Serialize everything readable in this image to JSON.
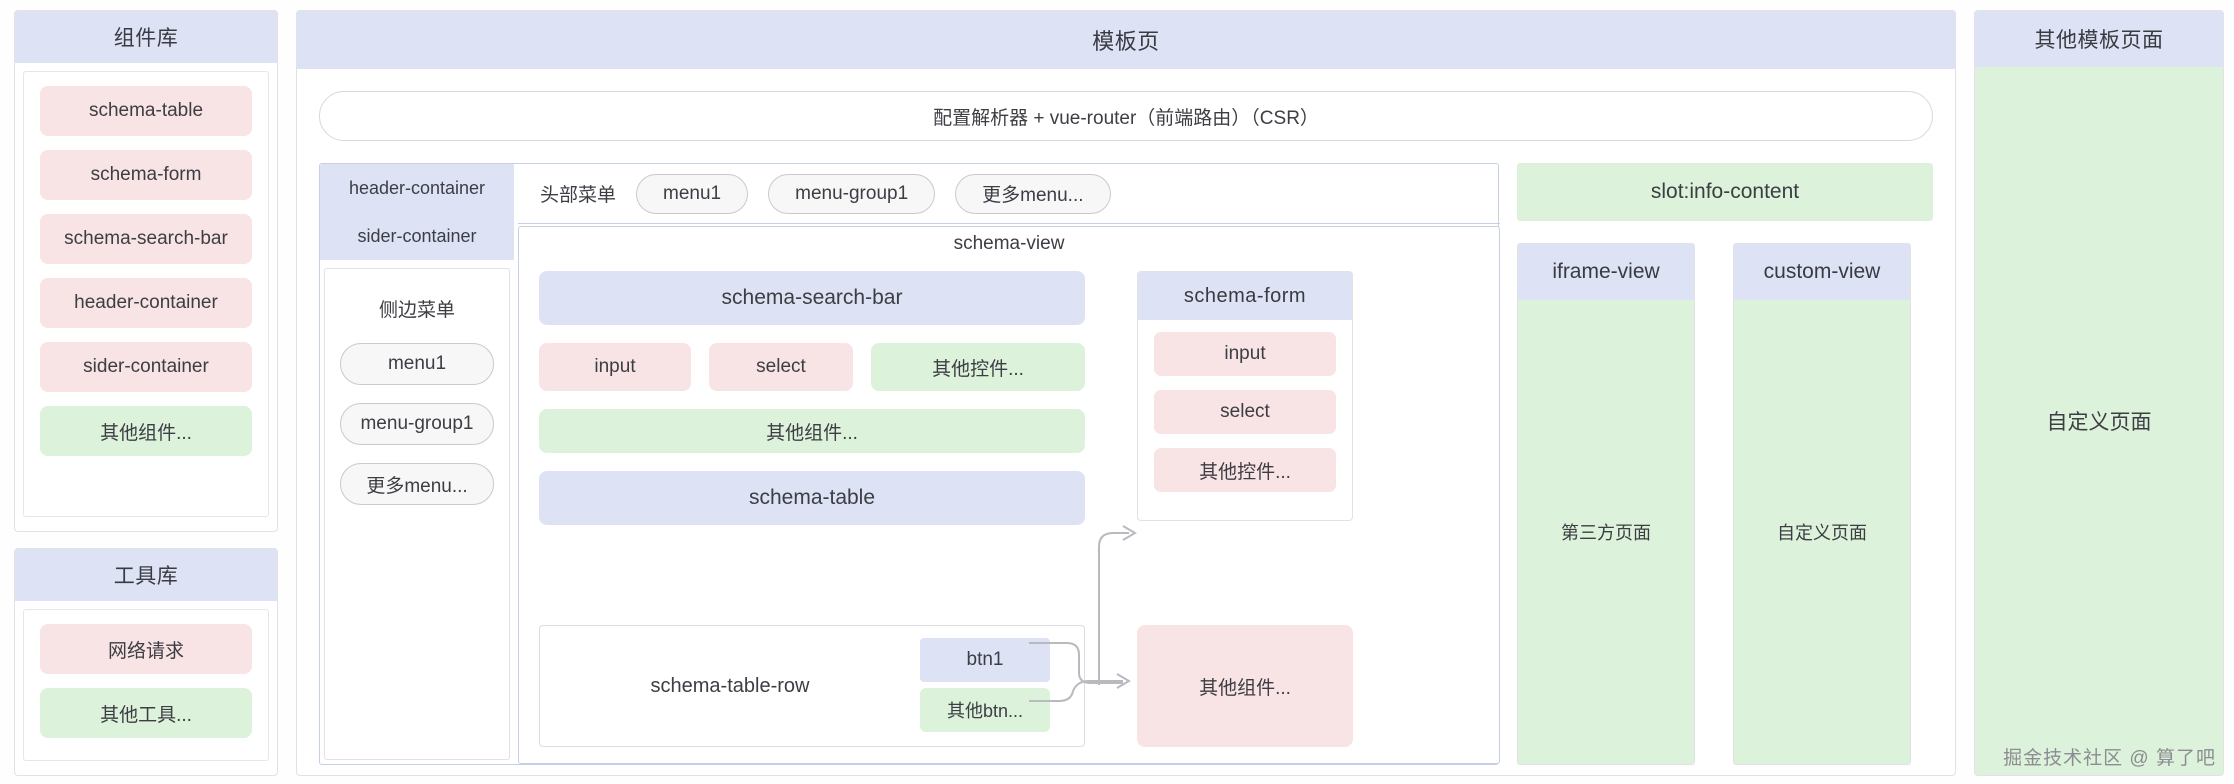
{
  "component_library": {
    "title": "组件库",
    "items": [
      {
        "label": "schema-table",
        "color": "pink"
      },
      {
        "label": "schema-form",
        "color": "pink"
      },
      {
        "label": "schema-search-bar",
        "color": "pink"
      },
      {
        "label": "header-container",
        "color": "pink"
      },
      {
        "label": "sider-container",
        "color": "pink"
      },
      {
        "label": "其他组件...",
        "color": "green"
      }
    ]
  },
  "tool_library": {
    "title": "工具库",
    "items": [
      {
        "label": "网络请求",
        "color": "pink"
      },
      {
        "label": "其他工具...",
        "color": "green"
      }
    ]
  },
  "template_page": {
    "title": "模板页",
    "router_bar": "配置解析器 + vue-router（前端路由）（CSR）",
    "containers": {
      "header_container": "header-container",
      "sider_container": "sider-container"
    },
    "sider": {
      "title": "侧边菜单",
      "menus": [
        "menu1",
        "menu-group1",
        "更多menu..."
      ]
    },
    "header": {
      "title": "头部菜单",
      "menus": [
        "menu1",
        "menu-group1",
        "更多menu..."
      ]
    },
    "schema_view": {
      "title": "schema-view",
      "search_bar": "schema-search-bar",
      "controls": [
        {
          "label": "input",
          "color": "pink"
        },
        {
          "label": "select",
          "color": "pink"
        },
        {
          "label": "其他控件...",
          "color": "green"
        }
      ],
      "other_components": "其他组件...",
      "table": "schema-table",
      "table_row": {
        "label": "schema-table-row",
        "buttons": [
          {
            "label": "btn1",
            "color": "blue"
          },
          {
            "label": "其他btn...",
            "color": "green"
          }
        ]
      },
      "schema_form": {
        "title": "schema-form",
        "fields": [
          {
            "label": "input",
            "color": "pink"
          },
          {
            "label": "select",
            "color": "pink"
          },
          {
            "label": "其他控件...",
            "color": "pink"
          }
        ]
      },
      "other_components_big": "其他组件..."
    },
    "slot_info_content": "slot:info-content",
    "views": [
      {
        "title": "iframe-view",
        "body": "第三方页面"
      },
      {
        "title": "custom-view",
        "body": "自定义页面"
      }
    ]
  },
  "other_templates": {
    "title": "其他模板页面",
    "body": "自定义页面"
  },
  "watermark": "掘金技术社区 @ 算了吧",
  "colors": {
    "blue": "#dde3f5",
    "pink": "#f8e4e4",
    "green": "#ddf2da",
    "text": "#3d3d44",
    "border": "#e2e2e6"
  }
}
